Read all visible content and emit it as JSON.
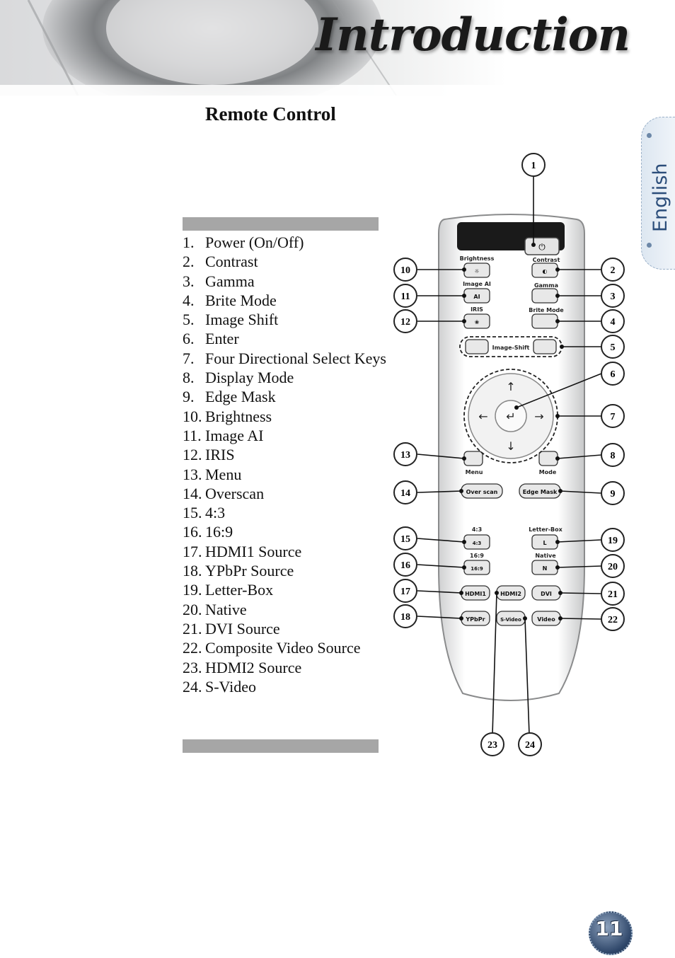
{
  "header": {
    "title": "Introduction"
  },
  "section_title": "Remote Control",
  "language_tab": "English",
  "page_number": "11",
  "legend": [
    {
      "num": "1.",
      "text": "Power (On/Off)"
    },
    {
      "num": "2.",
      "text": "Contrast"
    },
    {
      "num": "3.",
      "text": "Gamma"
    },
    {
      "num": "4.",
      "text": "Brite Mode"
    },
    {
      "num": "5.",
      "text": "Image Shift"
    },
    {
      "num": "6.",
      "text": "Enter"
    },
    {
      "num": "7.",
      "text": "Four Directional Select Keys"
    },
    {
      "num": "8.",
      "text": "Display Mode"
    },
    {
      "num": "9.",
      "text": "Edge Mask"
    },
    {
      "num": "10.",
      "text": "Brightness"
    },
    {
      "num": "11.",
      "text": "Image AI"
    },
    {
      "num": "12.",
      "text": "IRIS"
    },
    {
      "num": "13.",
      "text": "Menu"
    },
    {
      "num": "14.",
      "text": "Overscan"
    },
    {
      "num": "15.",
      "text": "4:3"
    },
    {
      "num": "16.",
      "text": "16:9"
    },
    {
      "num": "17.",
      "text": "HDMI1 Source"
    },
    {
      "num": "18.",
      "text": "YPbPr Source"
    },
    {
      "num": "19.",
      "text": "Letter-Box"
    },
    {
      "num": "20.",
      "text": "Native"
    },
    {
      "num": "21.",
      "text": "DVI Source"
    },
    {
      "num": "22.",
      "text": "Composite Video Source"
    },
    {
      "num": "23.",
      "text": "HDMI2 Source"
    },
    {
      "num": "24.",
      "text": "S-Video"
    }
  ],
  "remote": {
    "labels": {
      "brightness": "Brightness",
      "contrast": "Contrast",
      "image_ai": "Image AI",
      "gamma": "Gamma",
      "iris": "IRIS",
      "brite_mode": "Brite Mode",
      "image_shift": "Image-Shift",
      "menu": "Menu",
      "mode": "Mode",
      "overscan": "Over scan",
      "edge_mask": "Edge Mask",
      "r43": "4:3",
      "r169": "16:9",
      "letter_box": "Letter-Box",
      "native": "Native",
      "hdmi1": "HDMI1",
      "hdmi2": "HDMI2",
      "dvi": "DVI",
      "ypbpr": "YPbPr",
      "svideo": "S-Video",
      "video": "Video",
      "btn_43": "4:3",
      "btn_169": "16:9",
      "btn_L": "L",
      "btn_N": "N",
      "btn_ai": "AI"
    },
    "callouts": [
      "1",
      "2",
      "3",
      "4",
      "5",
      "6",
      "7",
      "8",
      "9",
      "10",
      "11",
      "12",
      "13",
      "14",
      "15",
      "16",
      "17",
      "18",
      "19",
      "20",
      "21",
      "22",
      "23",
      "24"
    ]
  }
}
